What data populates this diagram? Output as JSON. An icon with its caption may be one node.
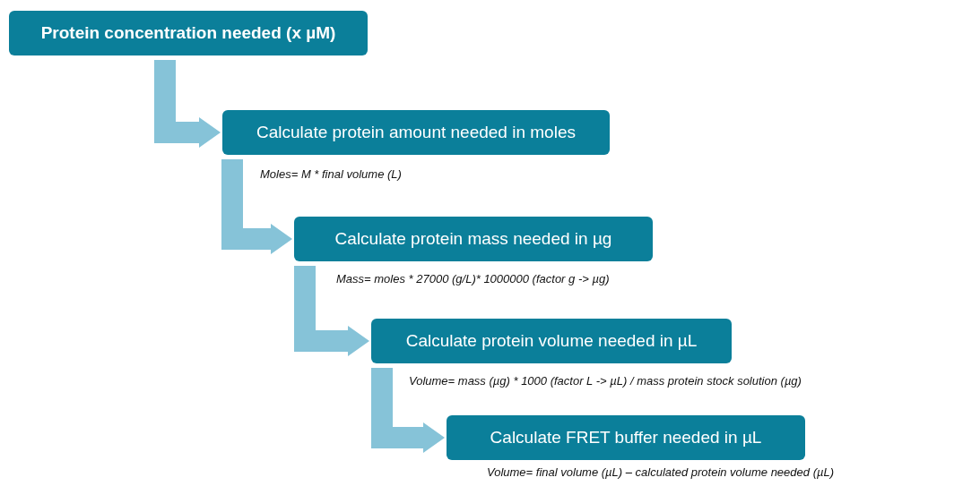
{
  "diagram": {
    "nodes": [
      {
        "text": [
          "Protein concentration needed (x µM)"
        ]
      },
      {
        "text": [
          "Calculate protein amount needed in moles"
        ],
        "beside": [
          "Moles= M * final volume (L)"
        ]
      },
      {
        "text": [
          "Calculate protein mass needed in µg"
        ],
        "beside": [
          "Mass= moles * 27000 (g/L)* 1000000 (factor g -> µg)"
        ]
      },
      {
        "text": [
          "Calculate protein volume needed in µL"
        ],
        "beside": [
          "Volume= mass (µg) * 1000 (factor L -> µL) / mass protein stock solution (µg)"
        ]
      },
      {
        "text": [
          "Calculate FRET buffer needed in µL"
        ],
        "beside": [
          "Volume= final volume (µL) – calculated protein volume needed (µL)"
        ]
      }
    ],
    "edges": [
      {
        "from": 0,
        "to": 1,
        "arrow": "to"
      },
      {
        "from": 1,
        "to": 2,
        "arrow": "to"
      },
      {
        "from": 2,
        "to": 3,
        "arrow": "to"
      },
      {
        "from": 3,
        "to": 4,
        "arrow": "to"
      }
    ]
  }
}
